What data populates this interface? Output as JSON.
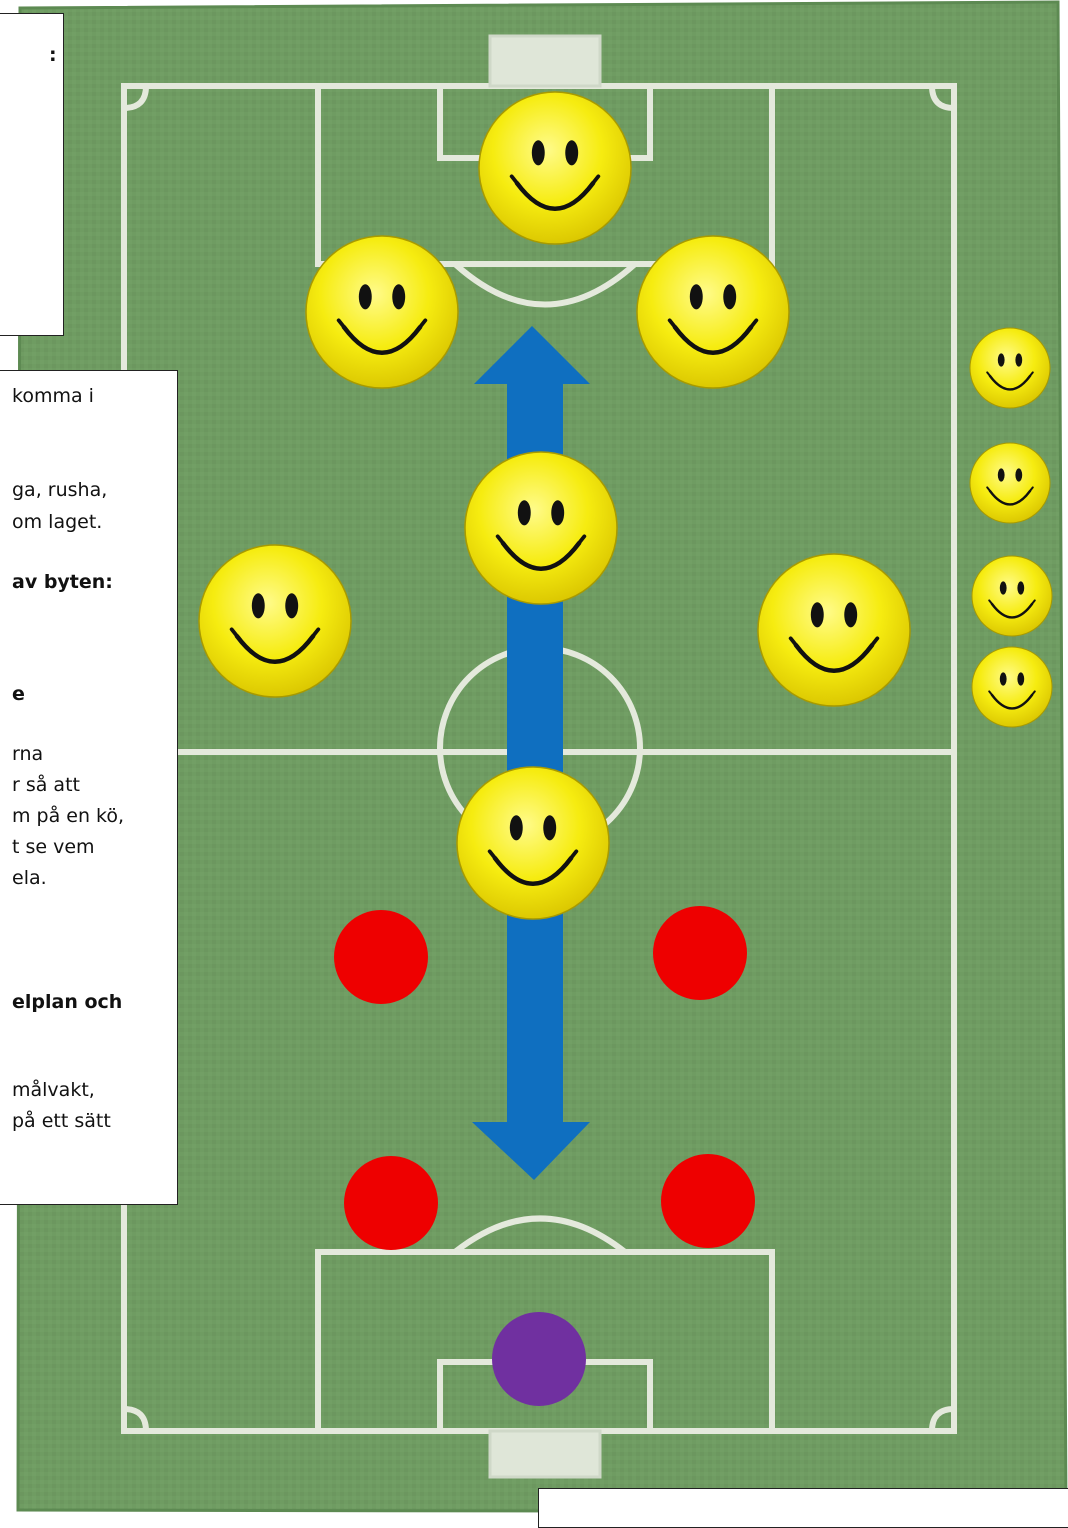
{
  "diagram": {
    "colors": {
      "pitch": "#6f9c62",
      "pitch_stripe": "#7aa86b",
      "lines": "#e6eadf",
      "arrow": "#0f6fc0",
      "smiley": "#f7ef12",
      "defender": "#ee0000",
      "goalkeeper": "#7030a0"
    },
    "icons": {
      "player": "smiley-icon",
      "defender": "red-circle",
      "goalkeeper": "purple-circle",
      "movement": "double-arrow"
    }
  },
  "text_box_1": {
    "lines": [
      ":"
    ]
  },
  "text_box_2": {
    "lines": [
      "komma i",
      "ga, rusha,",
      "om laget.",
      "av byten:",
      "e",
      "rna",
      "r så att",
      "m på en kö,",
      "t se vem",
      "ela.",
      "elplan och",
      "målvakt,",
      "på ett sätt"
    ]
  }
}
